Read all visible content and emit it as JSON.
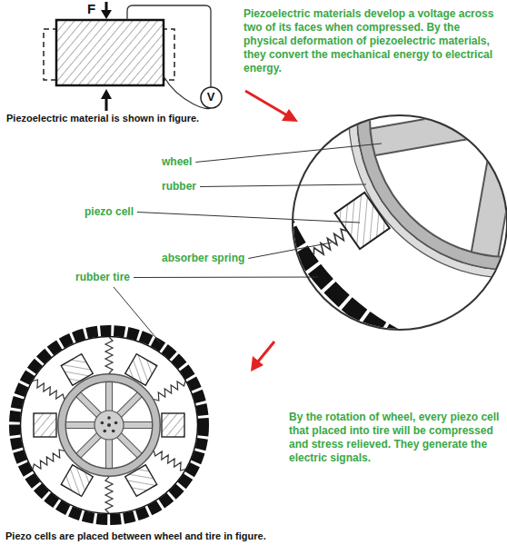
{
  "diagram": {
    "caption": "Piezo cells are placed between wheel and tire in figure.",
    "nodes": [
      {
        "text": [
          "V"
        ]
      }
    ],
    "labels": [
      "F",
      "Piezoelectric material is shown in figure.",
      "Piezoelectric materials develop a voltage across two of its faces when compressed. By the physical deformation of piezoelectric materials, they convert the mechanical energy to electrical energy.",
      "wheel",
      "rubber",
      "piezo cell",
      "absorber spring",
      "rubber tire",
      "By the rotation of wheel, every piezo cell that placed into tire will be compressed and stress relieved. They generate the electric signals."
    ]
  }
}
